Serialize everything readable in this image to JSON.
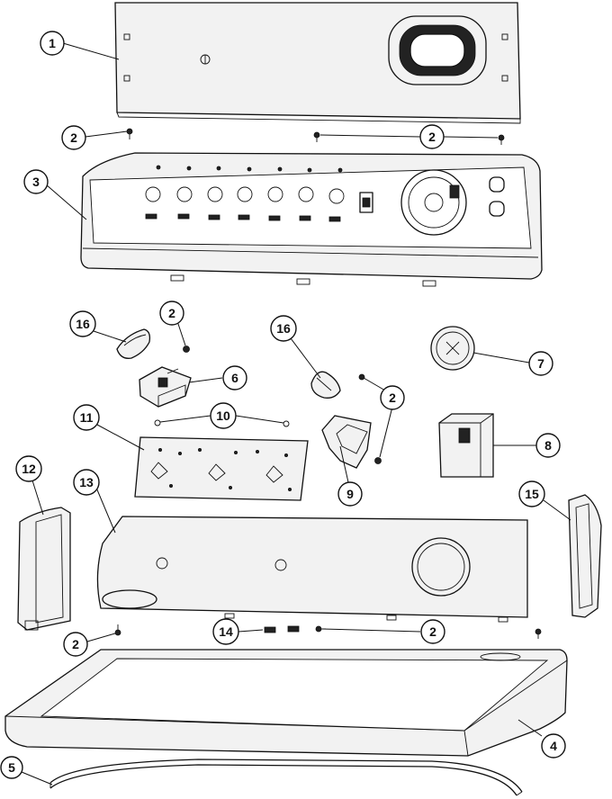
{
  "callouts": [
    {
      "id": "c1",
      "label": "1"
    },
    {
      "id": "c2a",
      "label": "2"
    },
    {
      "id": "c2b",
      "label": "2"
    },
    {
      "id": "c3",
      "label": "3"
    },
    {
      "id": "c16a",
      "label": "16"
    },
    {
      "id": "c2c",
      "label": "2"
    },
    {
      "id": "c6",
      "label": "6"
    },
    {
      "id": "c16b",
      "label": "16"
    },
    {
      "id": "c7",
      "label": "7"
    },
    {
      "id": "c2d",
      "label": "2"
    },
    {
      "id": "c11",
      "label": "11"
    },
    {
      "id": "c10",
      "label": "10"
    },
    {
      "id": "c8",
      "label": "8"
    },
    {
      "id": "c9",
      "label": "9"
    },
    {
      "id": "c12",
      "label": "12"
    },
    {
      "id": "c13",
      "label": "13"
    },
    {
      "id": "c15",
      "label": "15"
    },
    {
      "id": "c2e",
      "label": "2"
    },
    {
      "id": "c14",
      "label": "14"
    },
    {
      "id": "c2f",
      "label": "2"
    },
    {
      "id": "c4",
      "label": "4"
    },
    {
      "id": "c5",
      "label": "5"
    }
  ]
}
